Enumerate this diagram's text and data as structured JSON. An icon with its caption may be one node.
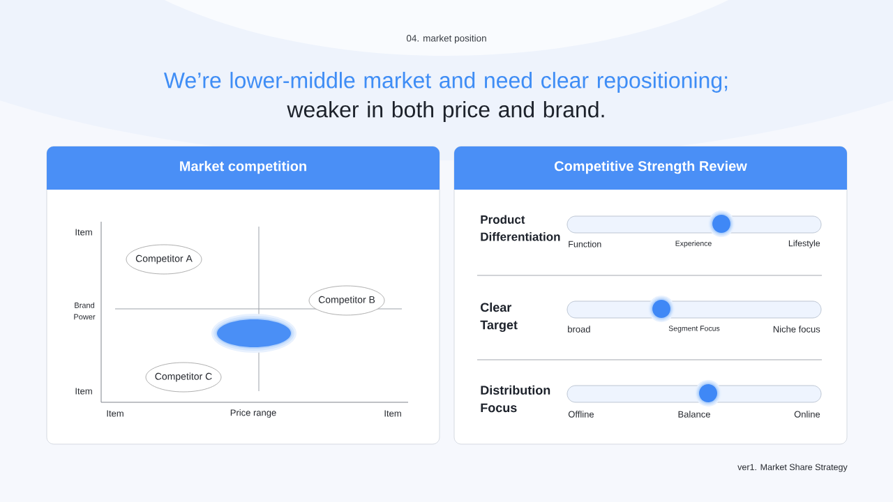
{
  "diagram": {
    "title": "We’re lower-middle market and need clear repositioning; weaker in both price and brand.",
    "nodes": [
      {
        "text": [
          "Market competition"
        ]
      },
      {
        "text": [
          "Competitor A"
        ],
        "in": 0
      },
      {
        "text": [
          "Competitor B"
        ],
        "in": 0
      },
      {
        "text": [],
        "shape": "ellipse",
        "in": 0
      },
      {
        "text": [
          "Competitor C"
        ],
        "in": 0
      },
      {
        "text": [
          "Competitive Strength Review"
        ]
      }
    ],
    "labels": [
      "04. market position",
      "Item",
      "Brand Power",
      "Item",
      "Item",
      "Price range",
      "Item",
      "Product Differentiation",
      "Function",
      "Experience",
      "Lifestyle",
      "Clear Target",
      "broad",
      "Segment Focus",
      "Niche focus",
      "Distribution Focus",
      "Offline",
      "Balance",
      "Online",
      "ver1. Market Share Strategy"
    ]
  }
}
